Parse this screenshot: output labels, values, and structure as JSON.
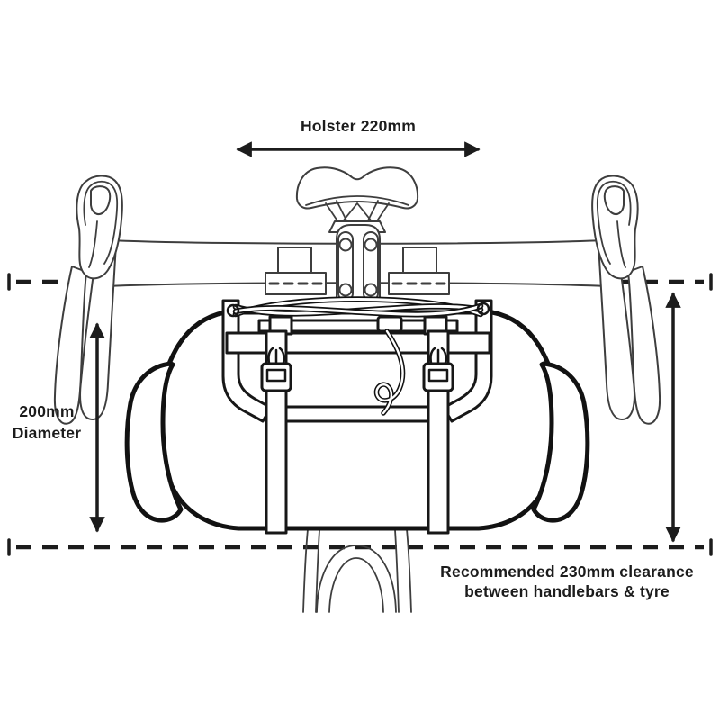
{
  "diagram": {
    "labels": {
      "holster": "Holster 220mm",
      "diameter_line1": "200mm",
      "diameter_line2": "Diameter",
      "clearance_line1": "Recommended 230mm clearance",
      "clearance_line2": "between handlebars & tyre"
    },
    "measurements": {
      "holster_width_mm": 220,
      "bag_diameter_mm": 200,
      "recommended_clearance_mm": 230
    },
    "colors": {
      "background": "#ffffff",
      "ink": "#1c1c1c",
      "bike_line": "#3e3e3e",
      "bag_line": "#121212"
    }
  }
}
